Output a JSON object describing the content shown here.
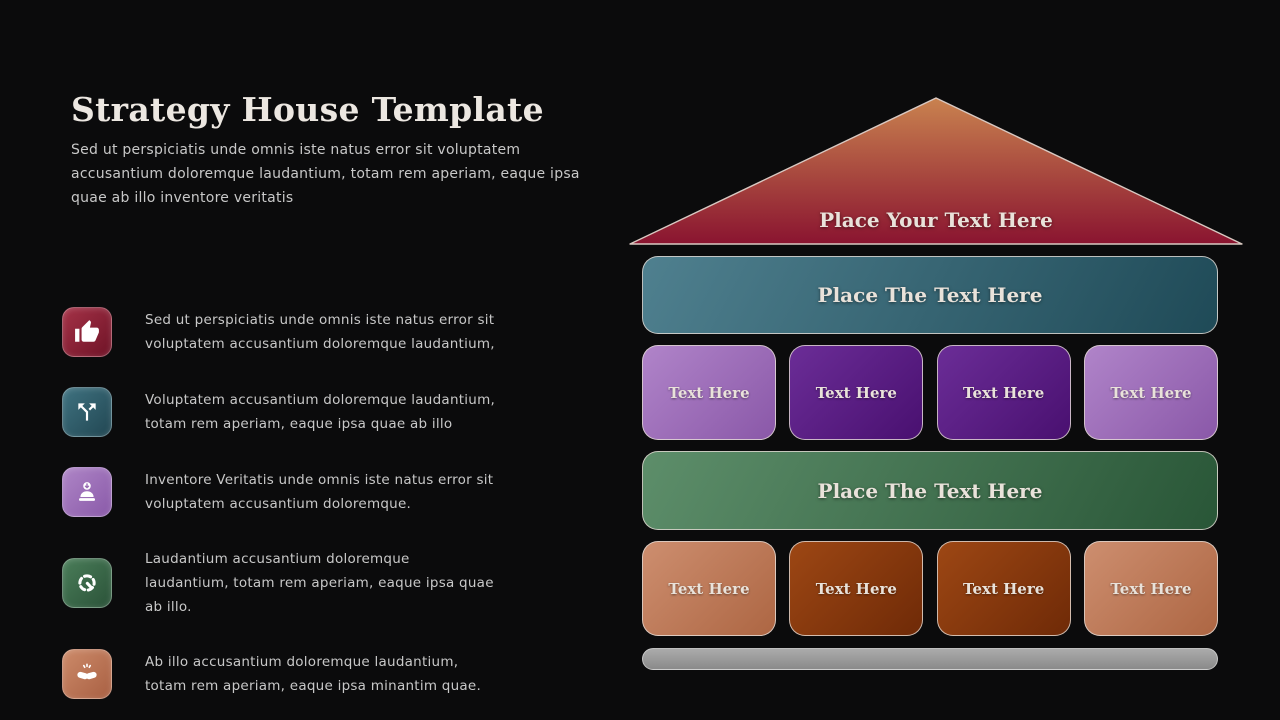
{
  "colors": {
    "bg": "#0b0b0c",
    "title_text": "#ece7e1",
    "body_text": "#c8c8c8",
    "shape_text": "#e9e2da",
    "roof_top": "#c9824f",
    "roof_bottom": "#8a1430",
    "teal_light": "#4f808f",
    "teal_dark": "#1f4a57",
    "green_light": "#5d8e6a",
    "green_dark": "#295637",
    "purple_light_a": "#b084c9",
    "purple_light_b": "#8a58a8",
    "purple_dark_a": "#6b2d97",
    "purple_dark_b": "#491070",
    "orange_light_a": "#cd8e6f",
    "orange_light_b": "#ad6643",
    "orange_dark_a": "#9d4714",
    "orange_dark_b": "#6f2a07",
    "base_top": "#ababab",
    "base_bottom": "#8a8a8a",
    "icon_red_a": "#a43247",
    "icon_red_b": "#6f1327",
    "icon_teal_a": "#3f7280",
    "icon_teal_b": "#224753",
    "icon_purple_a": "#ae85c6",
    "icon_purple_b": "#8a5aa9",
    "icon_green_a": "#4a7d59",
    "icon_green_b": "#2b5339",
    "icon_orange_a": "#cc8a69",
    "icon_orange_b": "#a96043"
  },
  "header": {
    "title": "Strategy House Template",
    "subtitle": "Sed ut perspiciatis unde omnis iste natus error sit voluptatem accusantium doloremque laudantium, totam rem aperiam, eaque ipsa quae ab illo inventore veritatis"
  },
  "list": {
    "items": [
      {
        "icon": "thumbs-up-icon",
        "text": "Sed ut perspiciatis unde omnis iste natus error sit voluptatem accusantium doloremque laudantium,"
      },
      {
        "icon": "diverging-arrows-icon",
        "text": "Voluptatem accusantium doloremque laudantium, totam rem aperiam, eaque ipsa quae ab illo"
      },
      {
        "icon": "launch-platform-icon",
        "text": "Inventore Veritatis unde omnis iste natus error sit voluptatem accusantium doloremque."
      },
      {
        "icon": "gauge-icon",
        "text": "Laudantium accusantium doloremque laudantium, totam rem aperiam, eaque ipsa quae ab illo."
      },
      {
        "icon": "handshake-icon",
        "text": "Ab illo accusantium doloremque laudantium, totam rem aperiam, eaque ipsa minantim quae."
      }
    ]
  },
  "house": {
    "roof": {
      "label": "Place Your Text Here"
    },
    "banner_top": {
      "label": "Place The Text Here"
    },
    "banner_bottom": {
      "label": "Place The Text Here"
    },
    "row1": [
      "Text Here",
      "Text Here",
      "Text Here",
      "Text Here"
    ],
    "row2": [
      "Text Here",
      "Text Here",
      "Text Here",
      "Text Here"
    ]
  }
}
